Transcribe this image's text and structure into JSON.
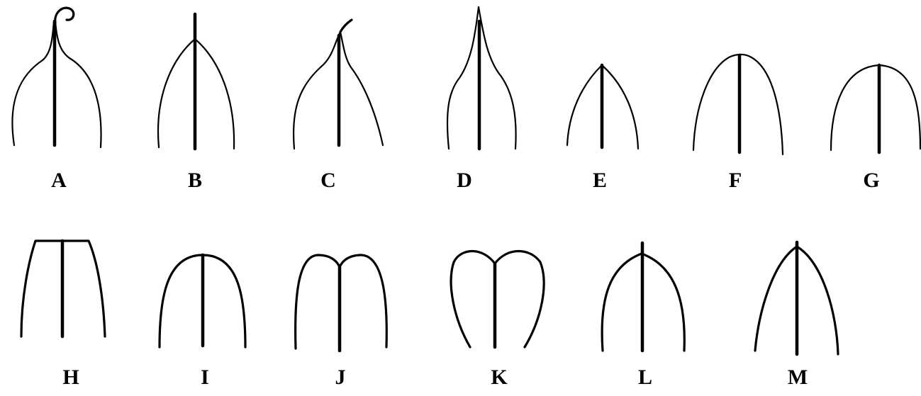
{
  "figure": {
    "shapes": [
      {
        "letter": "A",
        "tip": "curled-hook"
      },
      {
        "letter": "B",
        "tip": "projecting-point"
      },
      {
        "letter": "C",
        "tip": "hooked-point"
      },
      {
        "letter": "D",
        "tip": "acuminate"
      },
      {
        "letter": "E",
        "tip": "acute"
      },
      {
        "letter": "F",
        "tip": "obtuse"
      },
      {
        "letter": "G",
        "tip": "rounded"
      },
      {
        "letter": "H",
        "tip": "truncate"
      },
      {
        "letter": "I",
        "tip": "slightly-retuse"
      },
      {
        "letter": "J",
        "tip": "retuse"
      },
      {
        "letter": "K",
        "tip": "emarginate"
      },
      {
        "letter": "L",
        "tip": "mucronate"
      },
      {
        "letter": "M",
        "tip": "cuspidate"
      }
    ]
  }
}
